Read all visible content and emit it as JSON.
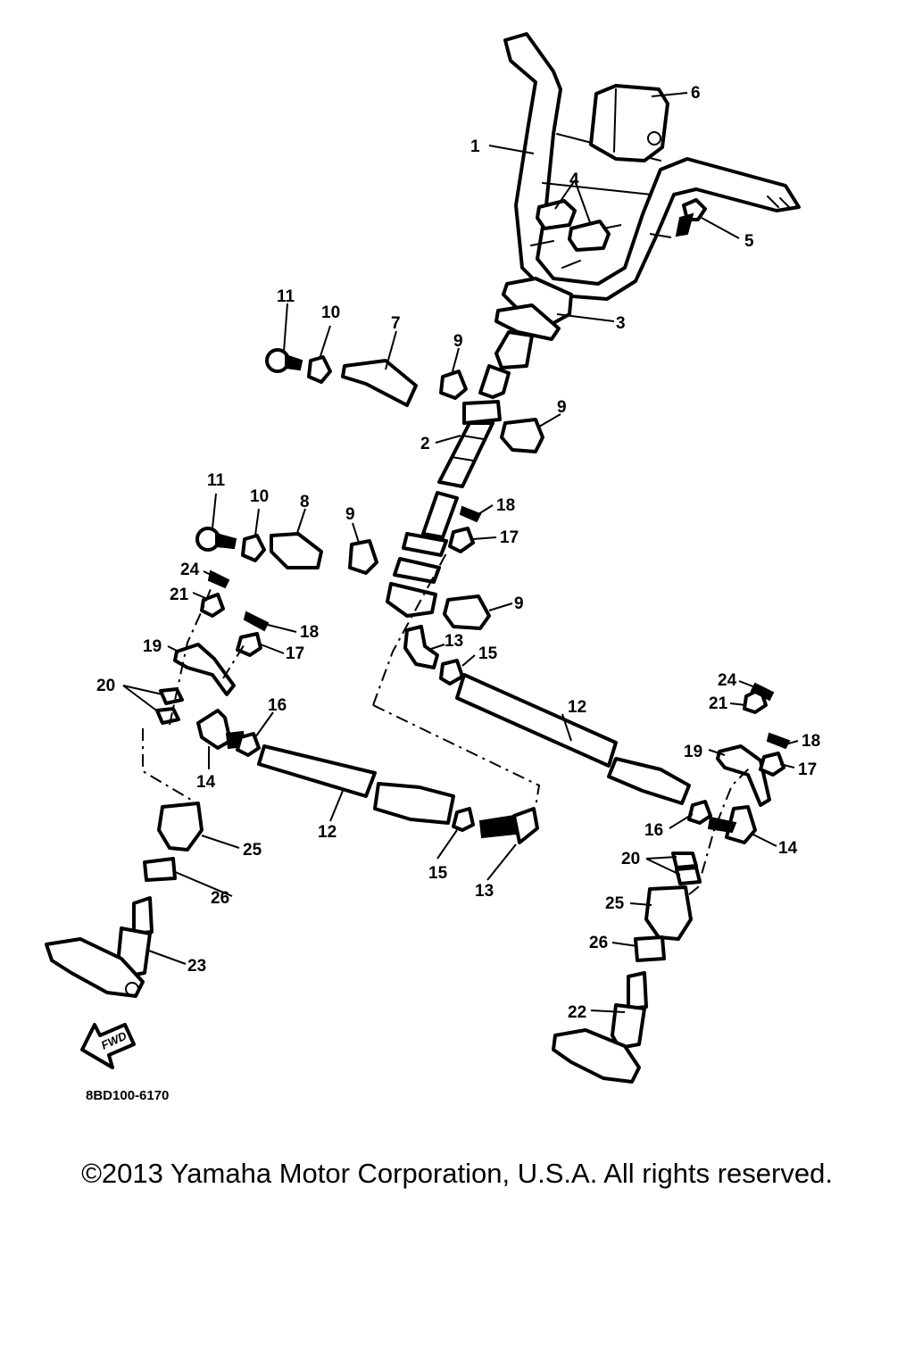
{
  "diagram_code": "8BD100-6170",
  "fwd_label": "FWD",
  "copyright": "©2013 Yamaha Motor Corporation, U.S.A. All rights reserved.",
  "callouts": [
    {
      "id": "c1",
      "text": "1"
    },
    {
      "id": "c2",
      "text": "2"
    },
    {
      "id": "c3",
      "text": "3"
    },
    {
      "id": "c4",
      "text": "4"
    },
    {
      "id": "c5",
      "text": "5"
    },
    {
      "id": "c6",
      "text": "6"
    },
    {
      "id": "c7",
      "text": "7"
    },
    {
      "id": "c8",
      "text": "8"
    },
    {
      "id": "c9a",
      "text": "9"
    },
    {
      "id": "c9b",
      "text": "9"
    },
    {
      "id": "c9c",
      "text": "9"
    },
    {
      "id": "c9d",
      "text": "9"
    },
    {
      "id": "c10a",
      "text": "10"
    },
    {
      "id": "c10b",
      "text": "10"
    },
    {
      "id": "c11a",
      "text": "11"
    },
    {
      "id": "c11b",
      "text": "11"
    },
    {
      "id": "c12a",
      "text": "12"
    },
    {
      "id": "c12b",
      "text": "12"
    },
    {
      "id": "c13a",
      "text": "13"
    },
    {
      "id": "c13b",
      "text": "13"
    },
    {
      "id": "c14a",
      "text": "14"
    },
    {
      "id": "c14b",
      "text": "14"
    },
    {
      "id": "c15a",
      "text": "15"
    },
    {
      "id": "c15b",
      "text": "15"
    },
    {
      "id": "c16a",
      "text": "16"
    },
    {
      "id": "c16b",
      "text": "16"
    },
    {
      "id": "c17a",
      "text": "17"
    },
    {
      "id": "c17b",
      "text": "17"
    },
    {
      "id": "c17c",
      "text": "17"
    },
    {
      "id": "c18a",
      "text": "18"
    },
    {
      "id": "c18b",
      "text": "18"
    },
    {
      "id": "c18c",
      "text": "18"
    },
    {
      "id": "c19a",
      "text": "19"
    },
    {
      "id": "c19b",
      "text": "19"
    },
    {
      "id": "c20a",
      "text": "20"
    },
    {
      "id": "c20b",
      "text": "20"
    },
    {
      "id": "c21a",
      "text": "21"
    },
    {
      "id": "c21b",
      "text": "21"
    },
    {
      "id": "c22",
      "text": "22"
    },
    {
      "id": "c23",
      "text": "23"
    },
    {
      "id": "c24a",
      "text": "24"
    },
    {
      "id": "c24b",
      "text": "24"
    },
    {
      "id": "c25a",
      "text": "25"
    },
    {
      "id": "c25b",
      "text": "25"
    },
    {
      "id": "c26a",
      "text": "26"
    },
    {
      "id": "c26b",
      "text": "26"
    }
  ]
}
